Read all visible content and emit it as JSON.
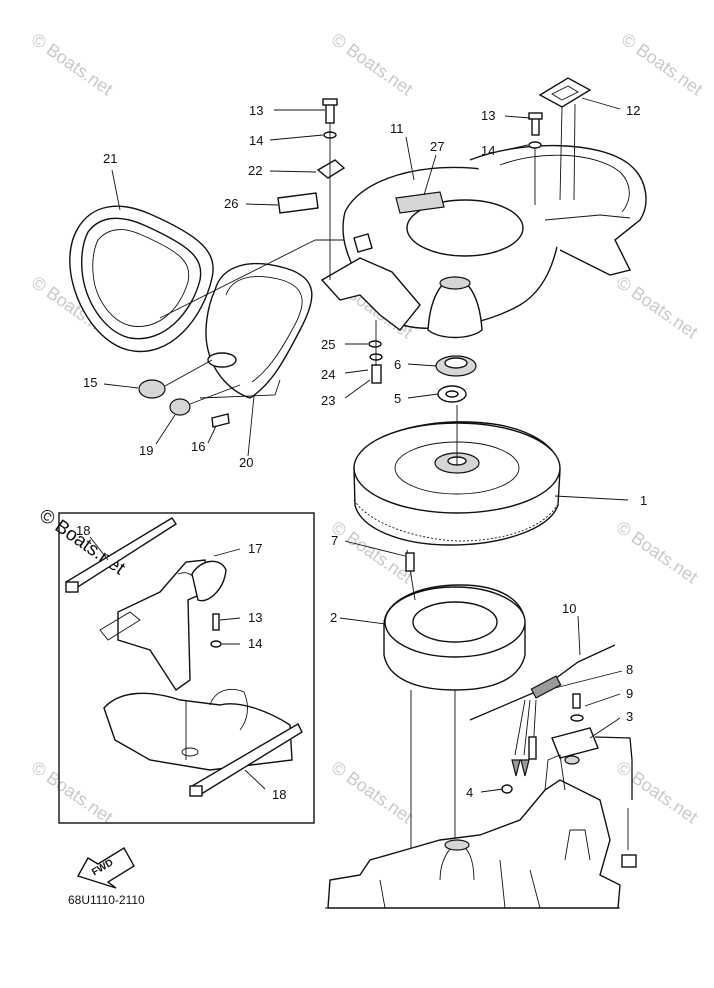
{
  "diagram_code": "68U1110-2110",
  "fwd_label": "FWD",
  "watermark": "© Boats.net",
  "callouts": {
    "c1": "1",
    "c2": "2",
    "c3": "3",
    "c4": "4",
    "c5": "5",
    "c6": "6",
    "c7": "7",
    "c8": "8",
    "c9": "9",
    "c10": "10",
    "c11": "11",
    "c12": "12",
    "c13a": "13",
    "c13b": "13",
    "c13c": "13",
    "c14a": "14",
    "c14b": "14",
    "c14c": "14",
    "c15": "15",
    "c16": "16",
    "c17": "17",
    "c18a": "18",
    "c18b": "18",
    "c19": "19",
    "c20": "20",
    "c21": "21",
    "c22": "22",
    "c23": "23",
    "c24": "24",
    "c25": "25",
    "c26": "26",
    "c27": "27"
  }
}
